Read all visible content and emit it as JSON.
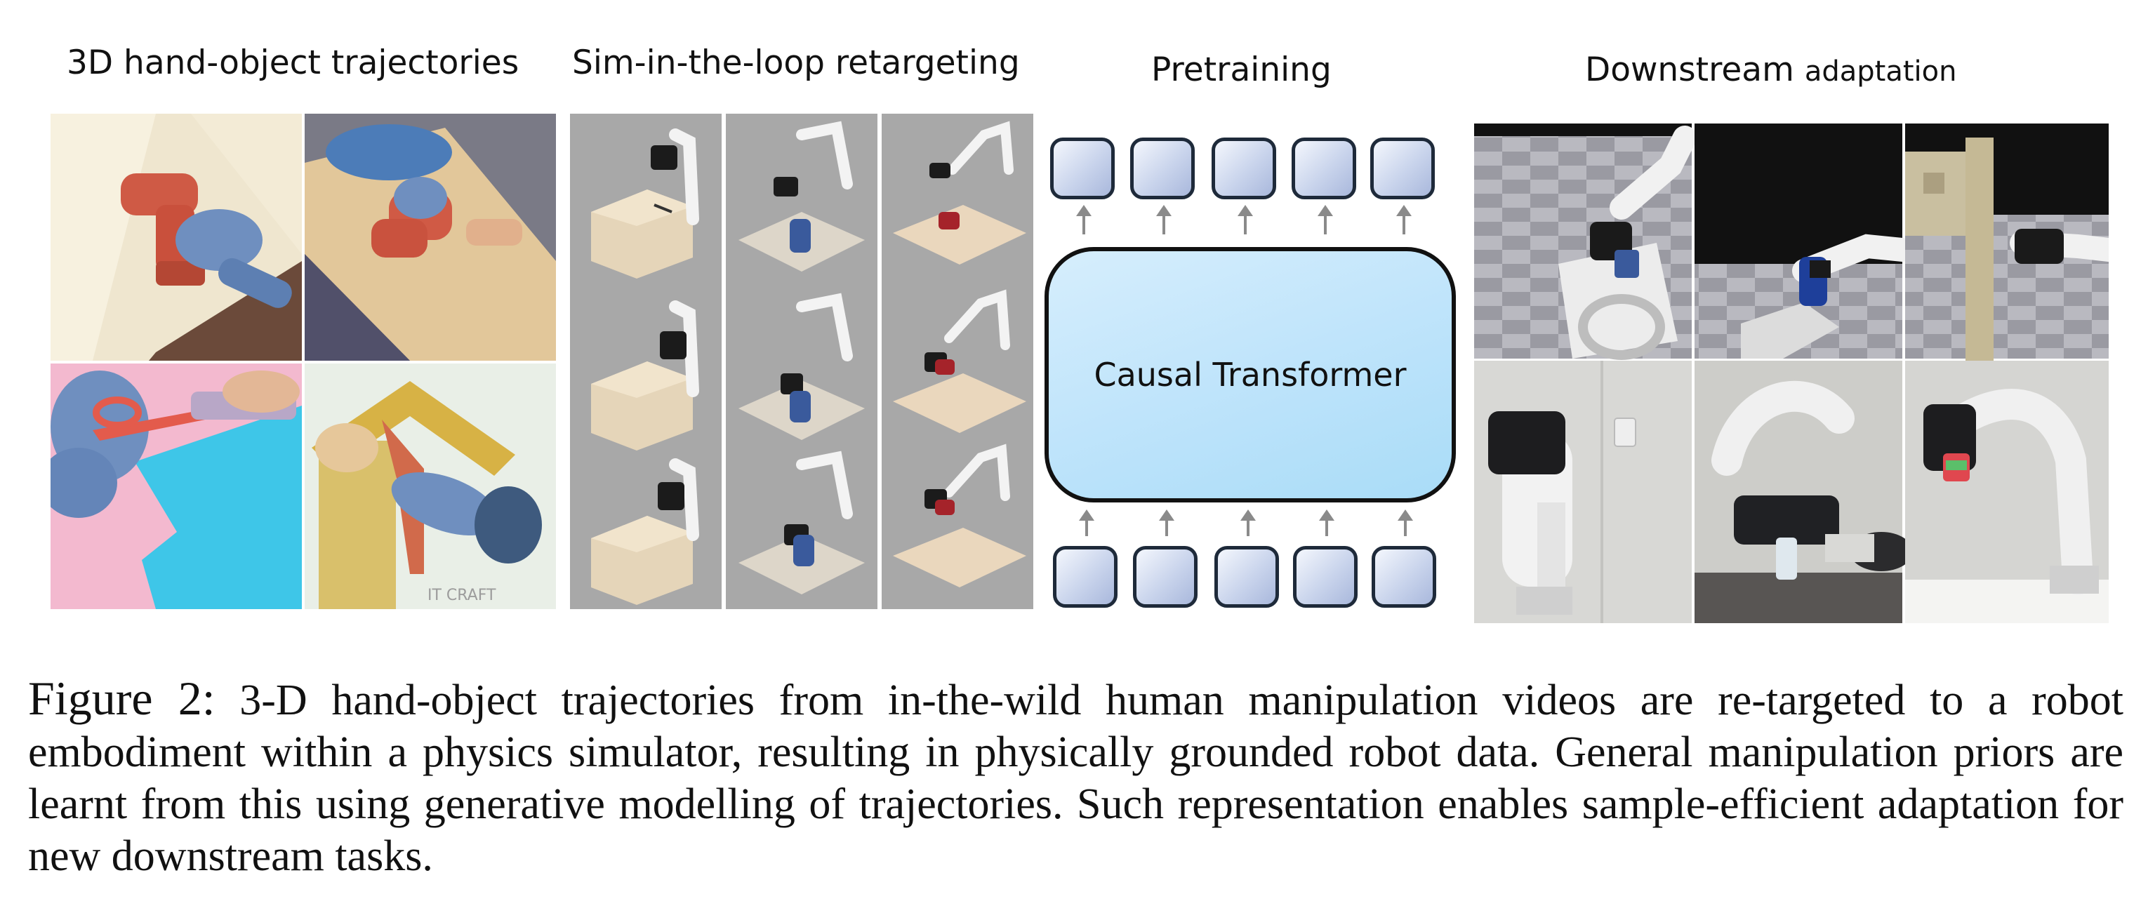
{
  "sections": {
    "hand_object": "3D hand-object trajectories",
    "retargeting": "Sim-in-the-loop retargeting",
    "pretraining": "Pretraining",
    "downstream_main": "Downstream",
    "downstream_small": "adaptation"
  },
  "model": {
    "label": "Causal Transformer"
  },
  "photo_text": {
    "watermark": "IT CRAFT"
  },
  "caption": {
    "figure_label": "Figure 2:",
    "text": "3-D hand-object trajectories from in-the-wild human manipulation videos are re-targeted to a robot embodiment within a physics simulator, resulting in physically grounded robot data. General manipulation priors are learnt from this using generative modelling of trajectories. Such representation enables sample-efficient adaptation for new downstream tasks."
  },
  "colors": {
    "token_border": "#1e2a3a",
    "transformer_fill": "#bfe4fb",
    "sim_background": "#a9a9a9",
    "arrow": "#8a8a8a"
  }
}
